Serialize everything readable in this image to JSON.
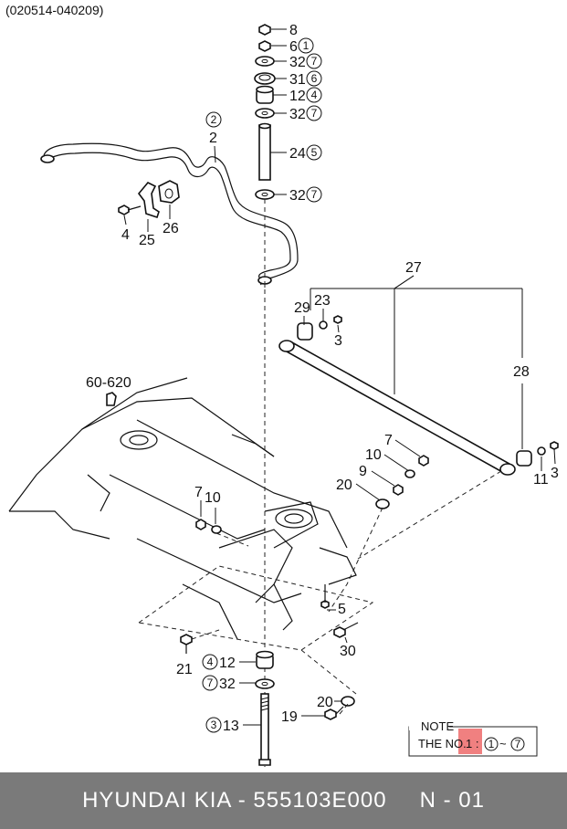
{
  "header_code": "(020514-040209)",
  "parts": [
    {
      "no": "8",
      "circle": ""
    },
    {
      "no": "6",
      "circle": "1"
    },
    {
      "no": "32",
      "circle": "7"
    },
    {
      "no": "31",
      "circle": "6"
    },
    {
      "no": "12",
      "circle": "4"
    },
    {
      "no": "32",
      "circle": "7"
    },
    {
      "no": "24",
      "circle": "5"
    },
    {
      "no": "32",
      "circle": "7"
    }
  ],
  "labels": {
    "stabilizer_bar_circle": "2",
    "stabilizer_bar": "2",
    "bolt_4": "4",
    "bracket_25": "25",
    "bushing_26": "26",
    "bracket_27": "27",
    "bushing_29": "29",
    "nut_23": "23",
    "washer_3a": "3",
    "link_28": "28",
    "bolt_11": "11",
    "nut_3b": "3",
    "ref_60_620": "60-620",
    "nut_7a": "7",
    "washer_10a": "10",
    "nut_9": "9",
    "washer_20a": "20",
    "nut_7b": "7",
    "washer_10b": "10",
    "bolt_5": "5",
    "bolt_30": "30",
    "bolt_21": "21",
    "bushing_12_no": "12",
    "bushing_12_circle": "4",
    "washer_32_no": "32",
    "washer_32_circle": "7",
    "washer_20b": "20",
    "bolt_19": "19",
    "long_bolt_13_no": "13",
    "long_bolt_13_circle": "3"
  },
  "note": {
    "title": "NOTE",
    "text_prefix": "THE NO.",
    "highlight": "1 :",
    "range_start": "1",
    "tilde": "~",
    "range_end": "7"
  },
  "footer": {
    "brand": "HYUNDAI  KIA - 555103E000",
    "page": "N - 01"
  }
}
